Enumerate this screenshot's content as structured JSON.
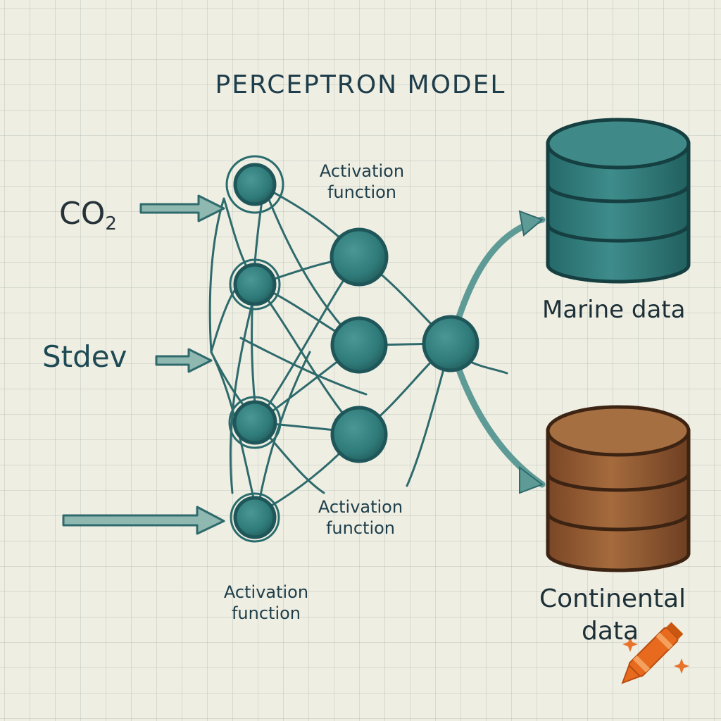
{
  "title": "PERCEPTRON MODEL",
  "inputs": {
    "co2_main": "CO",
    "co2_sub": "2",
    "stdev": "Stdev"
  },
  "activation_labels": {
    "top": [
      "Activation",
      "function"
    ],
    "middle": [
      "Activation",
      "function"
    ],
    "bottom": [
      "Activation",
      "function"
    ]
  },
  "outputs": {
    "marine": "Marine data",
    "continental": [
      "Continental",
      "data"
    ]
  },
  "colors": {
    "node_fill": "#2f7c7a",
    "node_stroke": "#1f5a5e",
    "arrow": "#5f9c98",
    "marine_db": "#3a8383",
    "continental_db": "#9a6236",
    "text": "#1f3b45",
    "crayon": "#e86a1f"
  },
  "icons": {
    "crayon": "crayon-icon"
  }
}
